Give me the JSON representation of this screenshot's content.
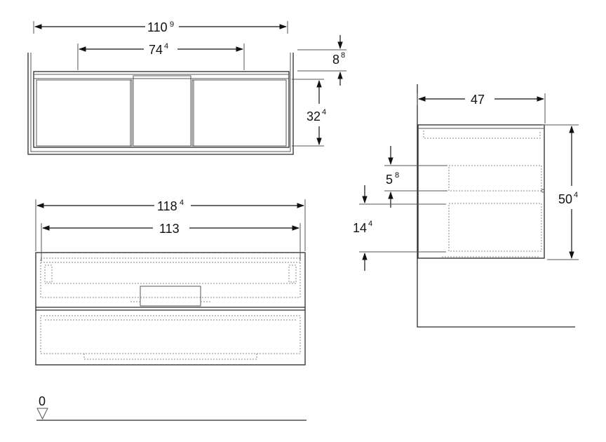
{
  "dimensions": {
    "top_width": {
      "main": "110",
      "sup": "9"
    },
    "top_inner": {
      "main": "74",
      "sup": "4"
    },
    "top_height": {
      "main": "8",
      "sup": "8"
    },
    "top_depth": {
      "main": "32",
      "sup": "4"
    },
    "front_width": {
      "main": "118",
      "sup": "4"
    },
    "front_inner": {
      "main": "113",
      "sup": ""
    },
    "side_depth": {
      "main": "47",
      "sup": ""
    },
    "side_gap": {
      "main": "5",
      "sup": "8"
    },
    "side_offset": {
      "main": "14",
      "sup": "4"
    },
    "side_height": {
      "main": "50",
      "sup": "4"
    },
    "floor_level": {
      "main": "0",
      "sup": ""
    }
  },
  "colors": {
    "line": "#2a2a2a",
    "dotted": "#8a8a8a",
    "background": "#ffffff"
  }
}
